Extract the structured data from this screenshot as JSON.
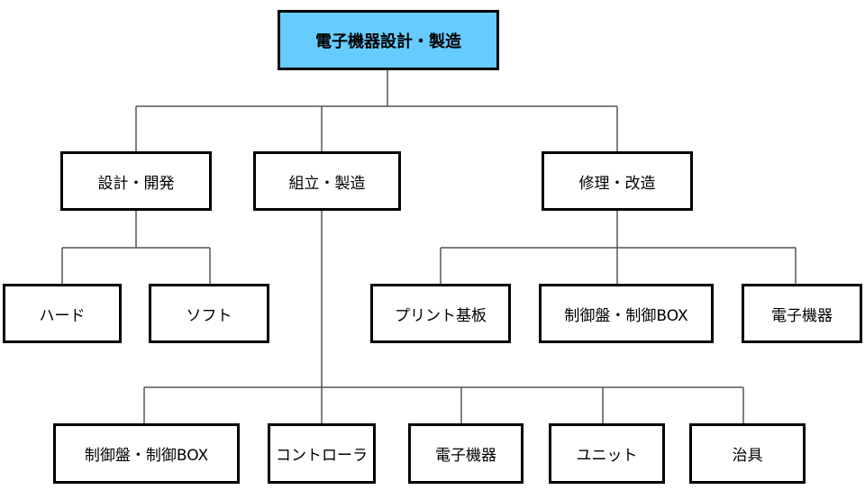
{
  "org_chart": {
    "root": {
      "label": "電子機器設計・製造",
      "color": "#66ccff"
    },
    "level1": [
      {
        "label": "設計・開発",
        "children": [
          "ハード",
          "ソフト"
        ]
      },
      {
        "label": "組立・製造",
        "children": [
          "制御盤・制御BOX",
          "コントローラ",
          "電子機器",
          "ユニット",
          "治具"
        ]
      },
      {
        "label": "修理・改造",
        "children": [
          "プリント基板",
          "制御盤・制御BOX",
          "電子機器"
        ]
      }
    ]
  }
}
